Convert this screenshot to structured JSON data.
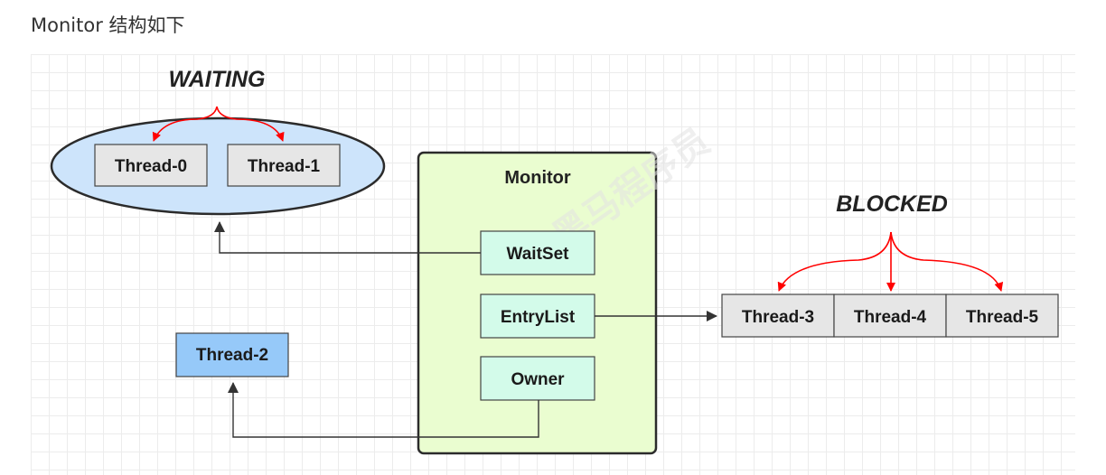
{
  "page": {
    "heading": "Monitor 结构如下"
  },
  "diagram": {
    "waiting_label": "WAITING",
    "blocked_label": "BLOCKED",
    "monitor_title": "Monitor",
    "monitor_parts": {
      "wait_set": "WaitSet",
      "entry_list": "EntryList",
      "owner": "Owner"
    },
    "waiting_threads": [
      "Thread-0",
      "Thread-1"
    ],
    "blocked_threads": [
      "Thread-3",
      "Thread-4",
      "Thread-5"
    ],
    "owner_thread": "Thread-2"
  },
  "colors": {
    "wait_set_fill": "#cde4fb",
    "monitor_fill": "#eafdd0",
    "part_fill": "#d3fbea",
    "owner_thread_fill": "#96c9f9",
    "thread_fill": "#e6e6e6",
    "arrow_red": "#ff0000"
  }
}
